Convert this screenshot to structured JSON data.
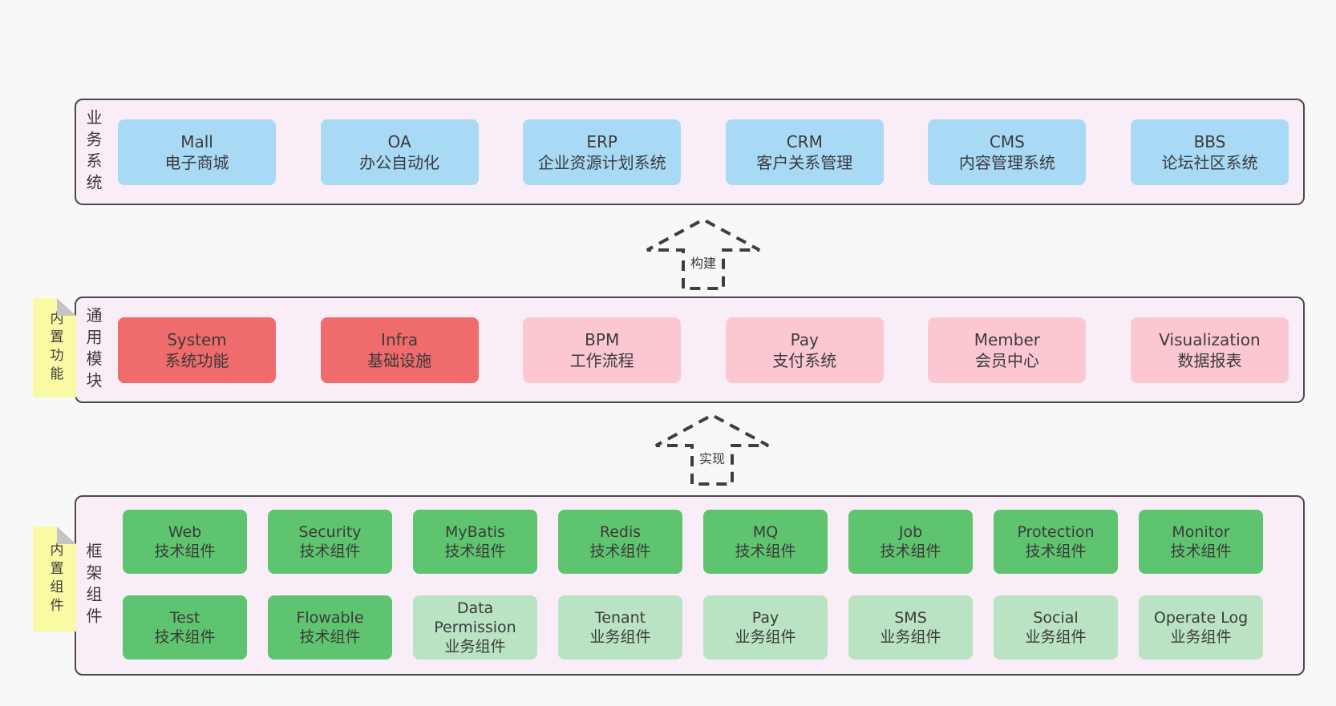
{
  "diagram": {
    "background": "#f8f8f8",
    "colors": {
      "page_bg": "#f8f8f8",
      "layer_fill": "#f9eef8",
      "layer_border": "#4a4a4a",
      "box_blue": "#a8d9f5",
      "box_red": "#f06b6b",
      "box_pink": "#fbc8d2",
      "box_green": "#5fc46f",
      "box_lightgreen": "#b9e3c2",
      "note_yellow": "#fafaa4",
      "note_fold": "#c4c4c4",
      "text": "#3a3a3a"
    },
    "arrows": [
      {
        "label": "构建",
        "direction": "up"
      },
      {
        "label": "实现",
        "direction": "up"
      }
    ],
    "layers": [
      {
        "title": "业务系统",
        "note": "",
        "rows": [
          [
            {
              "name": "Mall",
              "subtitle": "电子商城",
              "variant": "blue"
            },
            {
              "name": "OA",
              "subtitle": "办公自动化",
              "variant": "blue"
            },
            {
              "name": "ERP",
              "subtitle": "企业资源计划系统",
              "variant": "blue"
            },
            {
              "name": "CRM",
              "subtitle": "客户关系管理",
              "variant": "blue"
            },
            {
              "name": "CMS",
              "subtitle": "内容管理系统",
              "variant": "blue"
            },
            {
              "name": "BBS",
              "subtitle": "论坛社区系统",
              "variant": "blue"
            }
          ]
        ]
      },
      {
        "title": "通用模块",
        "note": "内置功能",
        "rows": [
          [
            {
              "name": "System",
              "subtitle": "系统功能",
              "variant": "red"
            },
            {
              "name": "Infra",
              "subtitle": "基础设施",
              "variant": "red"
            },
            {
              "name": "BPM",
              "subtitle": "工作流程",
              "variant": "pink"
            },
            {
              "name": "Pay",
              "subtitle": "支付系统",
              "variant": "pink"
            },
            {
              "name": "Member",
              "subtitle": "会员中心",
              "variant": "pink"
            },
            {
              "name": "Visualization",
              "subtitle": "数据报表",
              "variant": "pink"
            }
          ]
        ]
      },
      {
        "title": "框架组件",
        "note": "内置组件",
        "rows": [
          [
            {
              "name": "Web",
              "subtitle": "技术组件",
              "variant": "green"
            },
            {
              "name": "Security",
              "subtitle": "技术组件",
              "variant": "green"
            },
            {
              "name": "MyBatis",
              "subtitle": "技术组件",
              "variant": "green"
            },
            {
              "name": "Redis",
              "subtitle": "技术组件",
              "variant": "green"
            },
            {
              "name": "MQ",
              "subtitle": "技术组件",
              "variant": "green"
            },
            {
              "name": "Job",
              "subtitle": "技术组件",
              "variant": "green"
            },
            {
              "name": "Protection",
              "subtitle": "技术组件",
              "variant": "green"
            },
            {
              "name": "Monitor",
              "subtitle": "技术组件",
              "variant": "green"
            }
          ],
          [
            {
              "name": "Test",
              "subtitle": "技术组件",
              "variant": "green"
            },
            {
              "name": "Flowable",
              "subtitle": "技术组件",
              "variant": "green"
            },
            {
              "name": "Data Permission",
              "subtitle": "业务组件",
              "variant": "lightgreen"
            },
            {
              "name": "Tenant",
              "subtitle": "业务组件",
              "variant": "lightgreen"
            },
            {
              "name": "Pay",
              "subtitle": "业务组件",
              "variant": "lightgreen"
            },
            {
              "name": "SMS",
              "subtitle": "业务组件",
              "variant": "lightgreen"
            },
            {
              "name": "Social",
              "subtitle": "业务组件",
              "variant": "lightgreen"
            },
            {
              "name": "Operate Log",
              "subtitle": "业务组件",
              "variant": "lightgreen"
            }
          ]
        ]
      }
    ]
  }
}
